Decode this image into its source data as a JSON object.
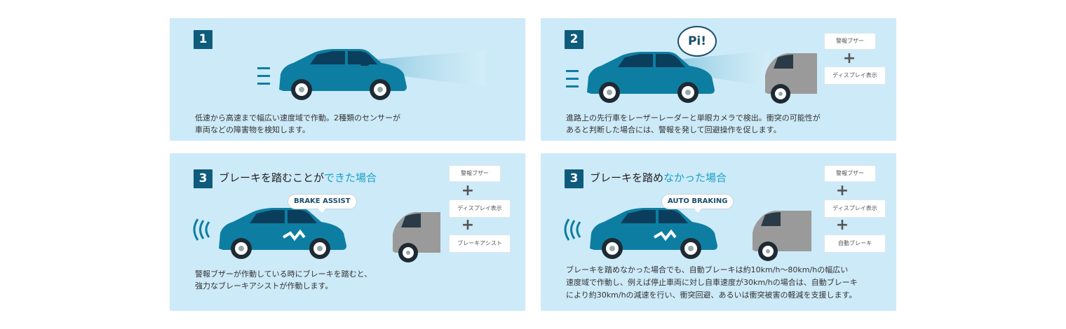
{
  "panels": [
    {
      "number": "1",
      "description_lines": [
        "低速から高速まで幅広い速度域で作動。2種類のセンサーが",
        "車両などの障害物を検知します。"
      ]
    },
    {
      "number": "2",
      "bubble": "Pi!",
      "tags": [
        "警報ブザー",
        "ディスプレイ表示"
      ],
      "plus": "+",
      "description_lines": [
        "進路上の先行車をレーザーレーダーと単眼カメラで検出。衝突の可能性が",
        "あると判断した場合には、警報を発して回避操作を促します。"
      ]
    },
    {
      "number": "3",
      "heading_prefix": "ブレーキを踏むことが",
      "heading_accent": "できた場合",
      "bubble": "BRAKE ASSIST",
      "tags": [
        "警報ブザー",
        "ディスプレイ表示",
        "ブレーキアシスト"
      ],
      "plus": "+",
      "description_lines": [
        "警報ブザーが作動している時にブレーキを踏むと、",
        "強力なブレーキアシストが作動します。"
      ]
    },
    {
      "number": "3",
      "heading_prefix": "ブレーキを踏め",
      "heading_accent": "なかった場合",
      "bubble": "AUTO BRAKING",
      "tags": [
        "警報ブザー",
        "ディスプレイ表示",
        "自動ブレーキ"
      ],
      "plus": "+",
      "description_lines": [
        "ブレーキを踏めなかった場合でも、自動ブレーキは約10km/h～80km/hの幅広い",
        "速度域で作動し、例えば停止車両に対し自車速度が30km/hの場合は、自動ブレーキ",
        "により約30km/hの減速を行い、衝突回避、あるいは衝突被害の軽減を支援します。"
      ]
    }
  ],
  "colors": {
    "panel_bg": "#cdeaf8",
    "badge": "#0e5b7c",
    "car_blue": "#0d7ea2",
    "car_gray": "#9a9a9a",
    "accent_text": "#1ba0c4"
  },
  "icons": [
    "motion-lines-icon",
    "car-icon",
    "sensor-beam-icon",
    "sound-wave-icon",
    "speech-bubble-icon"
  ]
}
